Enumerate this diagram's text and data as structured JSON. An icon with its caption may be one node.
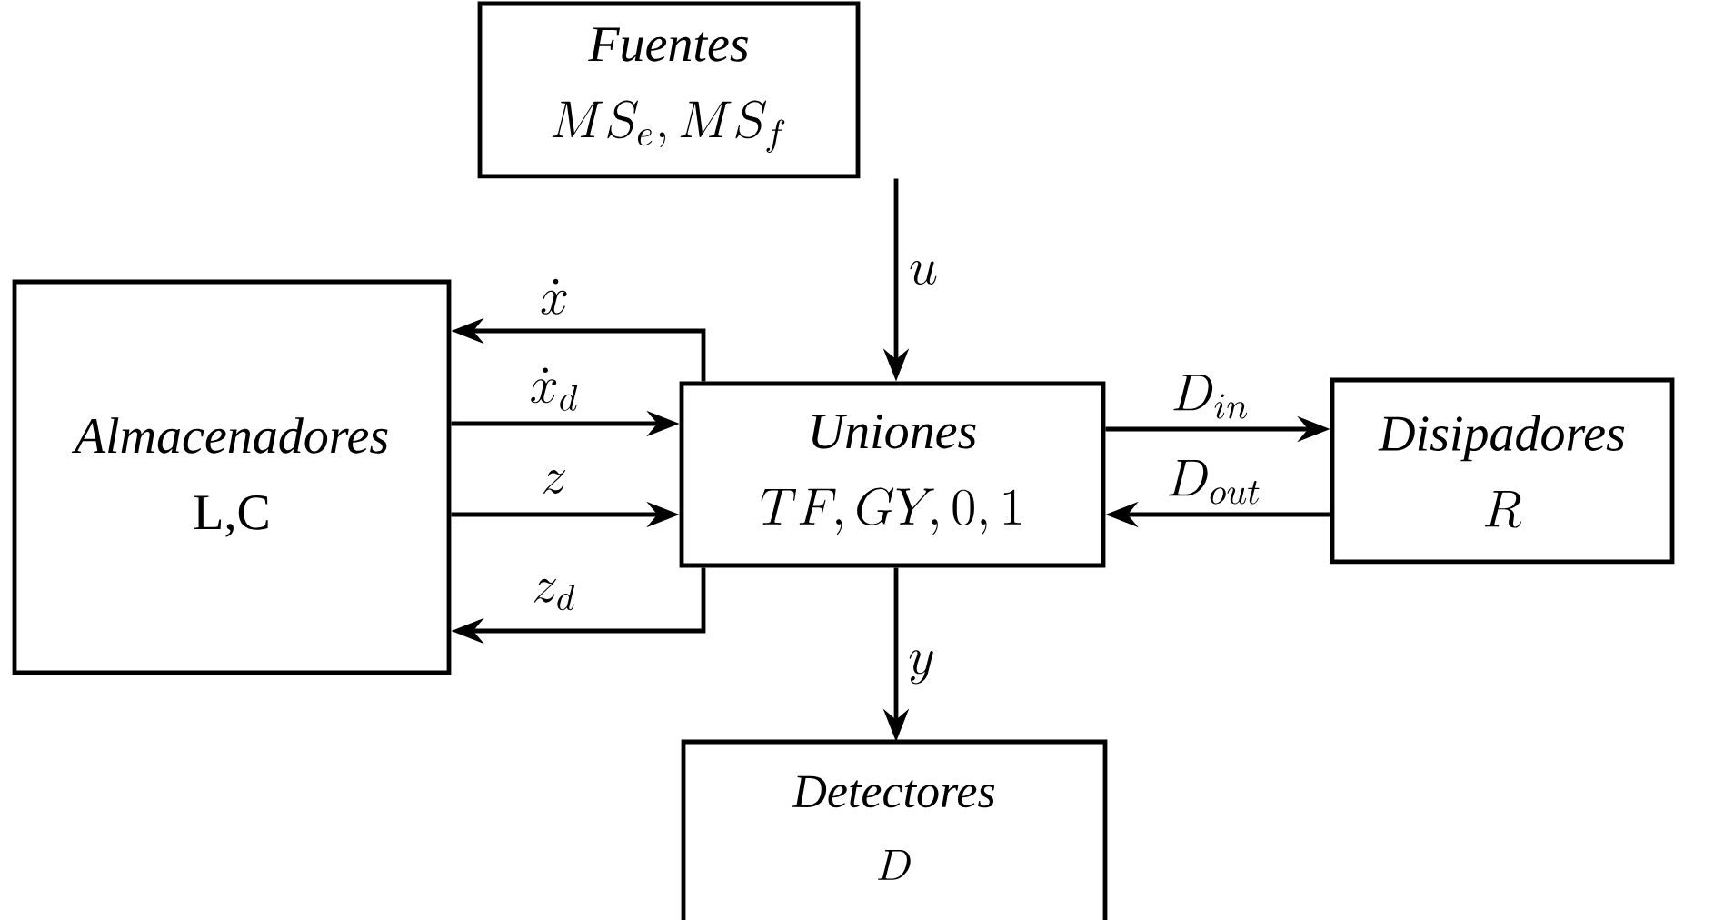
{
  "diagram": {
    "nodes": [
      {
        "text": [
          "Fuentes",
          "MS_e, MS_f"
        ]
      },
      {
        "text": [
          "Almacenadores",
          "L,C"
        ]
      },
      {
        "text": [
          "Uniones",
          "TF, GY, 0, 1"
        ]
      },
      {
        "text": [
          "Disipadores",
          "R"
        ]
      },
      {
        "text": [
          "Detectores",
          "D"
        ]
      }
    ],
    "edges": [
      {
        "from": 0,
        "to": 2,
        "arrow": "to",
        "label": "u"
      },
      {
        "from": 2,
        "to": 1,
        "arrow": "to",
        "label": "\\dot{x}"
      },
      {
        "from": 1,
        "to": 2,
        "arrow": "to",
        "label": "\\dot{x}_d"
      },
      {
        "from": 1,
        "to": 2,
        "arrow": "to",
        "label": "z"
      },
      {
        "from": 2,
        "to": 1,
        "arrow": "to",
        "label": "z_d"
      },
      {
        "from": 2,
        "to": 3,
        "arrow": "to",
        "label": "D_{in}"
      },
      {
        "from": 3,
        "to": 2,
        "arrow": "to",
        "label": "D_{out}"
      },
      {
        "from": 2,
        "to": 4,
        "arrow": "to",
        "label": "y"
      }
    ]
  }
}
